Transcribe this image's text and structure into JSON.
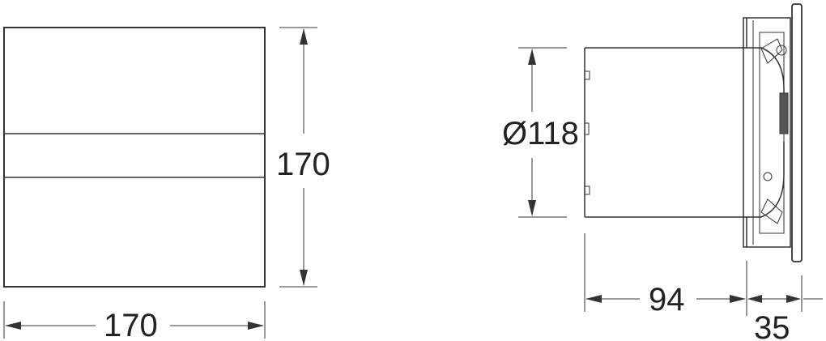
{
  "front_view": {
    "width_label": "170",
    "height_label": "170"
  },
  "side_view": {
    "diameter_label": "Ø118",
    "depth_label": "94",
    "flange_label": "35"
  },
  "colors": {
    "line": "#333333",
    "text": "#222222"
  }
}
